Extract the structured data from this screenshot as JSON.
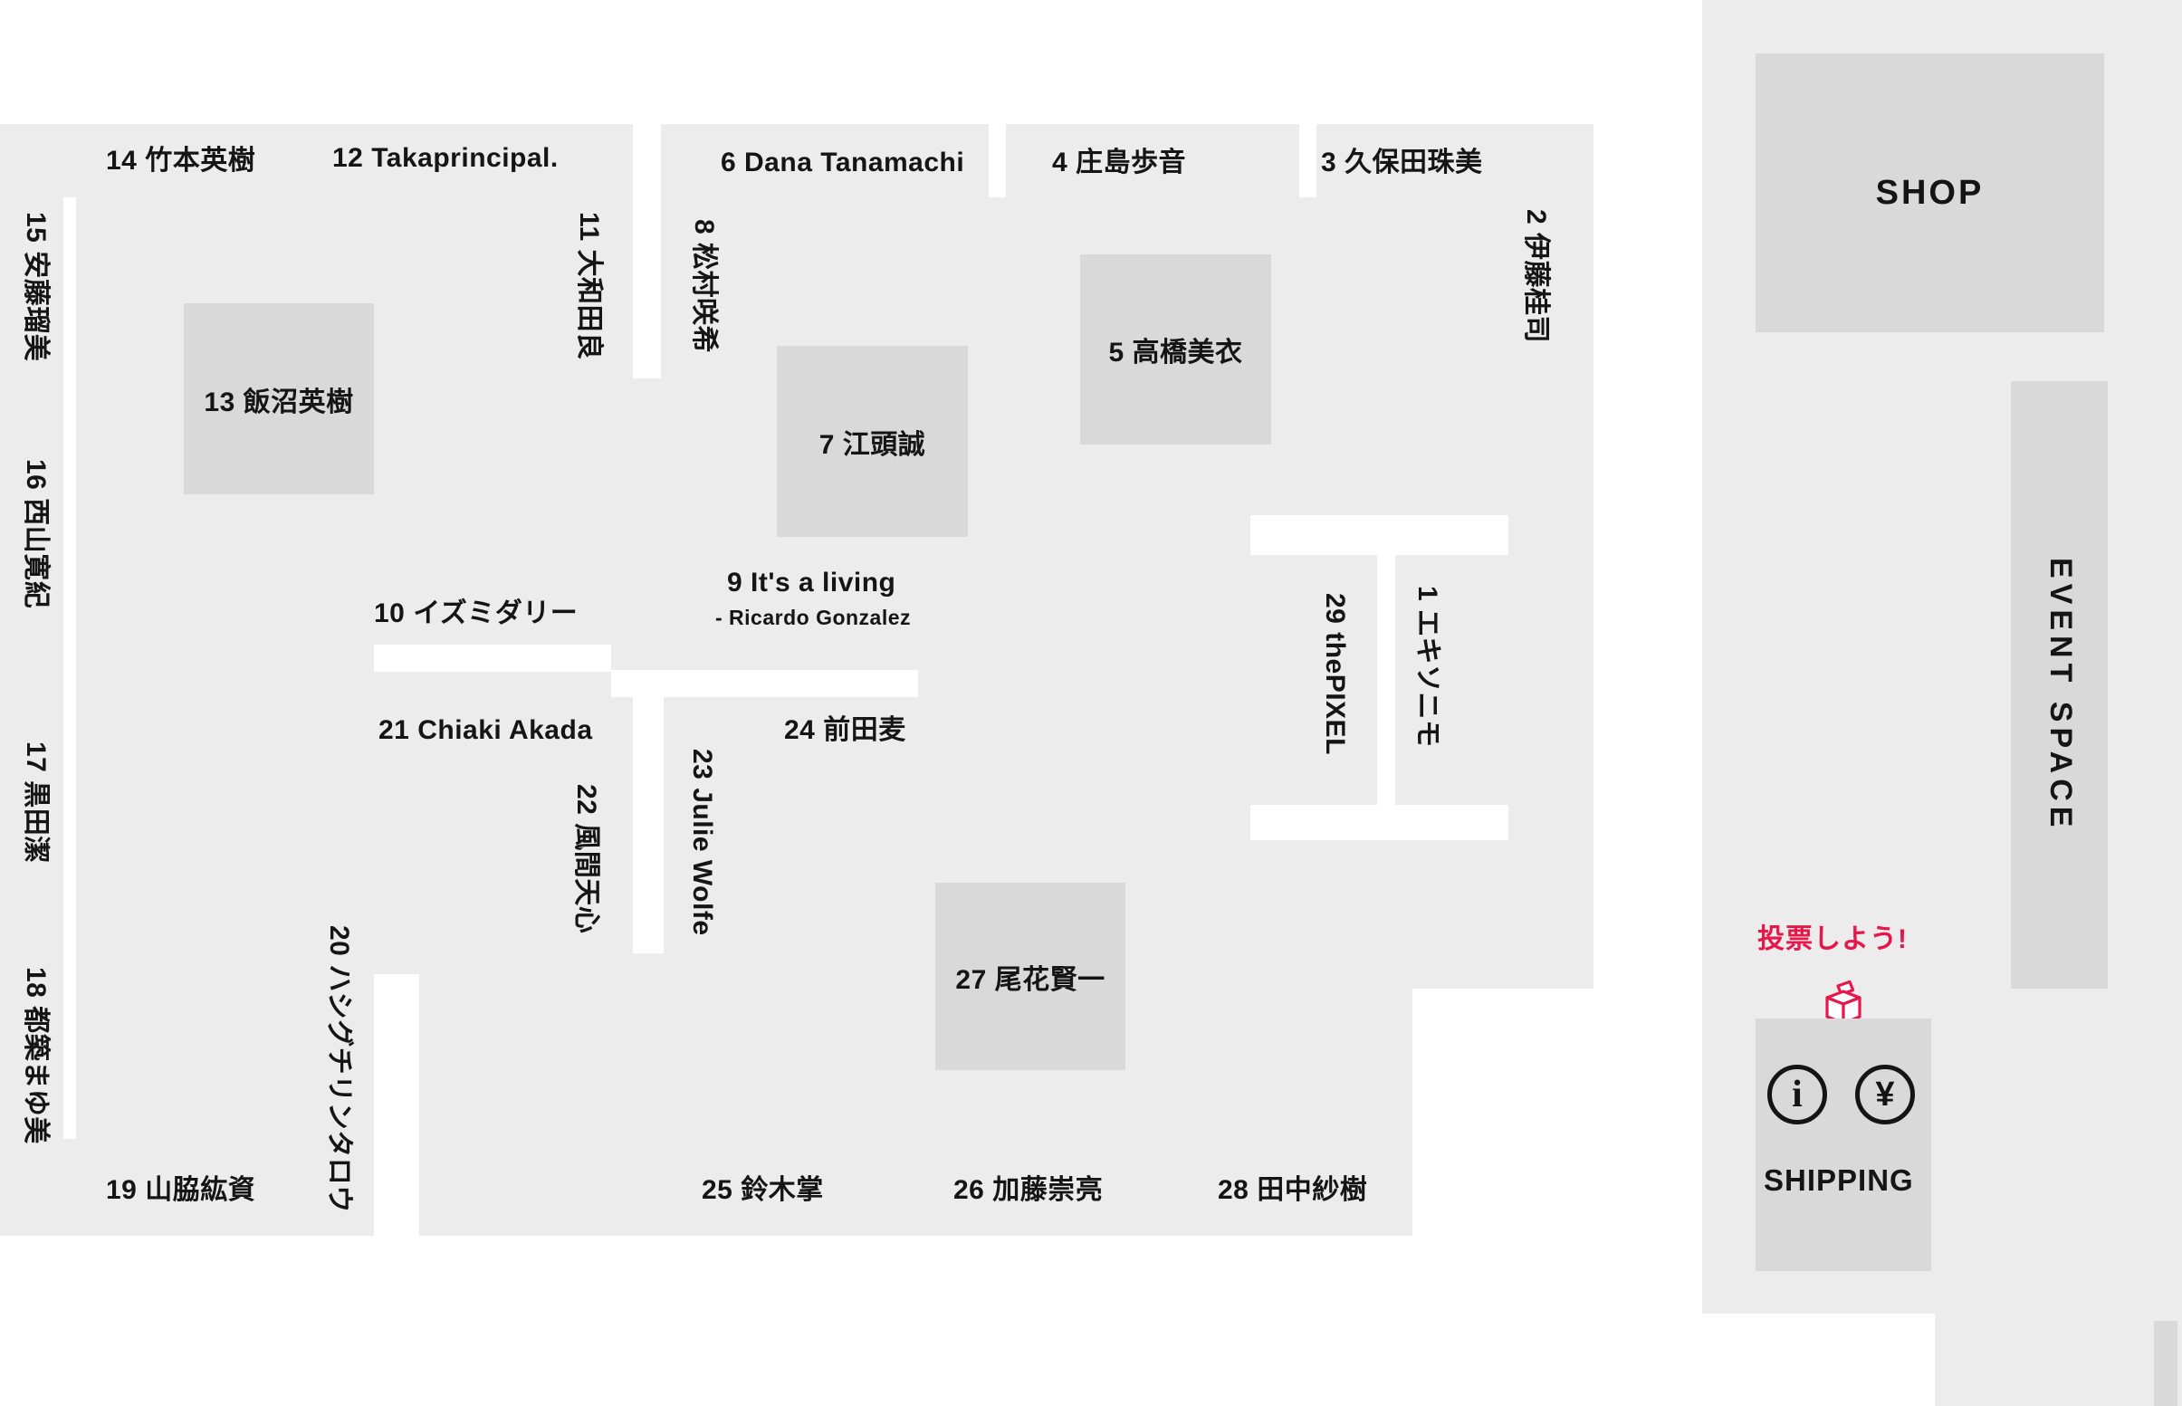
{
  "map": {
    "type": "exhibition-floor-map"
  },
  "colors": {
    "floor": "#ececec",
    "booth": "#d9d9d9",
    "text": "#151515",
    "accent_red": "#e6174b"
  },
  "booths": {
    "b1": {
      "label": "1 エキソニモ"
    },
    "b2": {
      "label": "2 伊藤桂司"
    },
    "b3": {
      "label": "3 久保田珠美"
    },
    "b4": {
      "label": "4 庄島歩音"
    },
    "b5": {
      "label": "5 高橋美衣"
    },
    "b6": {
      "label": "6 Dana Tanamachi"
    },
    "b7": {
      "label": "7 江頭誠"
    },
    "b8": {
      "label": "8 松村咲希"
    },
    "b9": {
      "label": "9 It's a living",
      "sublabel": "- Ricardo Gonzalez"
    },
    "b10": {
      "label": "10 イズミダリー"
    },
    "b11": {
      "label": "11 大和田良"
    },
    "b12": {
      "label": "12 Takaprincipal."
    },
    "b13": {
      "label": "13 飯沼英樹"
    },
    "b14": {
      "label": "14 竹本英樹"
    },
    "b15": {
      "label": "15 安藤瑠美"
    },
    "b16": {
      "label": "16 西山寛紀"
    },
    "b17": {
      "label": "17 黒田潔"
    },
    "b18": {
      "label": "18 都築まゆ美"
    },
    "b19": {
      "label": "19 山脇紘資"
    },
    "b20": {
      "label": "20 ハシグチリンタロウ"
    },
    "b21": {
      "label": "21 Chiaki Akada"
    },
    "b22": {
      "label": "22 風間天心"
    },
    "b23": {
      "label": "23 Julie Wolfe"
    },
    "b24": {
      "label": "24 前田麦"
    },
    "b25": {
      "label": "25 鈴木掌"
    },
    "b26": {
      "label": "26 加藤崇亮"
    },
    "b27": {
      "label": "27 尾花賢一"
    },
    "b28": {
      "label": "28 田中紗樹"
    },
    "b29": {
      "label": "29 thePIXEL"
    }
  },
  "zones": {
    "shop": "SHOP",
    "event_space": "EVENT SPACE",
    "shipping": "SHIPPING"
  },
  "vote": {
    "label": "投票しよう!"
  },
  "icons": {
    "info": "i",
    "yen": "¥"
  }
}
